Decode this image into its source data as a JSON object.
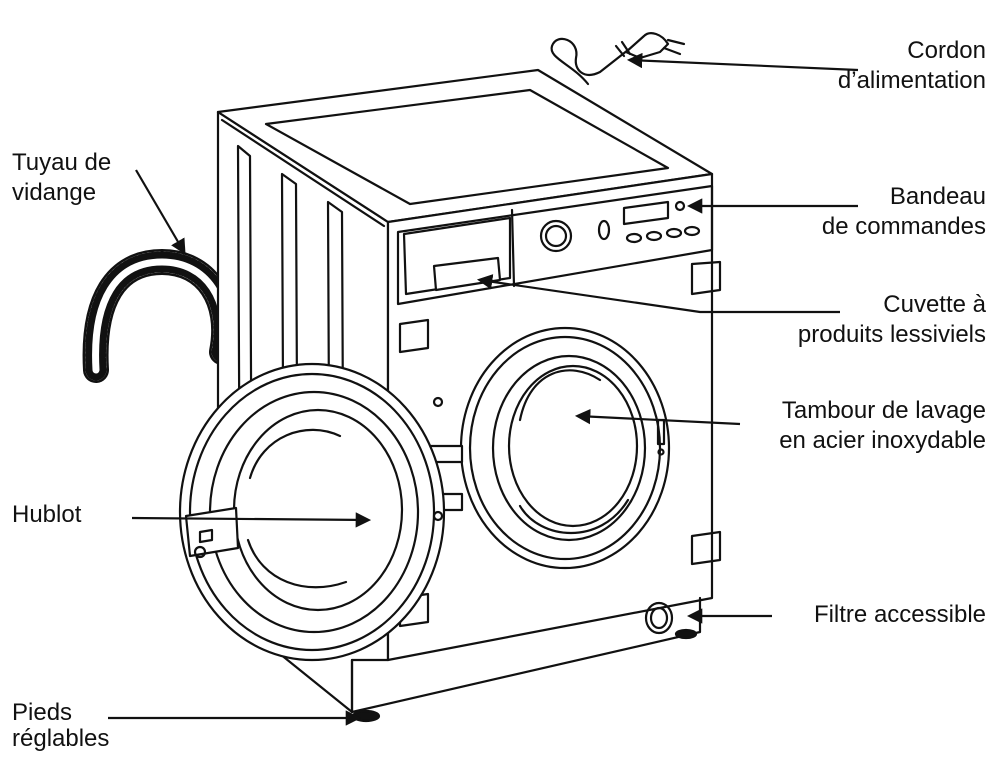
{
  "labels": {
    "cordon": [
      "Cordon",
      "d’alimentation"
    ],
    "bandeau": [
      "Bandeau",
      "de commandes"
    ],
    "cuvette": [
      "Cuvette à",
      "produits lessiviels"
    ],
    "tambour": [
      "Tambour de lavage",
      "en acier inoxydable"
    ],
    "filtre": [
      "Filtre accessible"
    ],
    "tuyau": [
      "Tuyau de",
      "vidange"
    ],
    "hublot": [
      "Hublot"
    ],
    "pieds": [
      "Pieds",
      "réglables"
    ]
  },
  "colors": {
    "ink": "#111111",
    "background": "#ffffff",
    "fill": "#ffffff"
  }
}
